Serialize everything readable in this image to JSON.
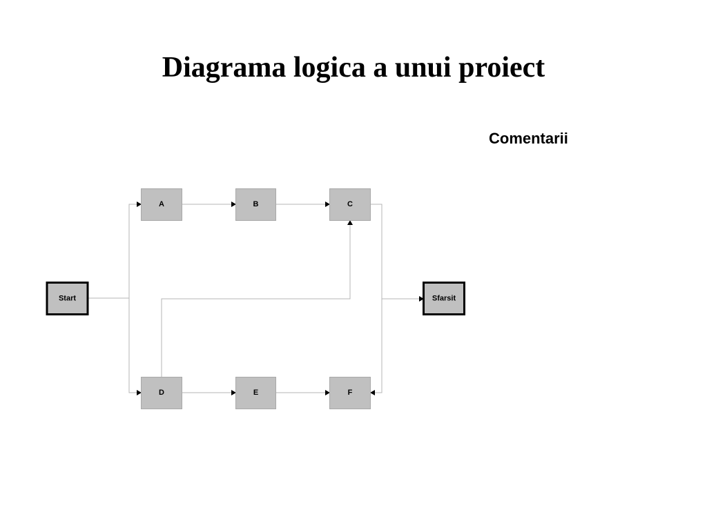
{
  "slide": {
    "title": "Diagrama logica a unui proiect",
    "comments_label": "Comentarii"
  },
  "diagram": {
    "nodes": {
      "start": {
        "label": "Start"
      },
      "a": {
        "label": "A"
      },
      "b": {
        "label": "B"
      },
      "c": {
        "label": "C"
      },
      "d": {
        "label": "D"
      },
      "e": {
        "label": "E"
      },
      "f": {
        "label": "F"
      },
      "end": {
        "label": "Sfarsit"
      }
    },
    "edges": [
      {
        "from": "Start",
        "to": "A"
      },
      {
        "from": "Start",
        "to": "D"
      },
      {
        "from": "A",
        "to": "B"
      },
      {
        "from": "B",
        "to": "C"
      },
      {
        "from": "D",
        "to": "C"
      },
      {
        "from": "D",
        "to": "E"
      },
      {
        "from": "E",
        "to": "F"
      },
      {
        "from": "C",
        "to": "F"
      },
      {
        "from": "C",
        "to": "Sfarsit"
      }
    ],
    "colors": {
      "box_fill": "#c0c0c0",
      "connector": "#b4b4b4",
      "arrowhead": "#000000"
    }
  }
}
